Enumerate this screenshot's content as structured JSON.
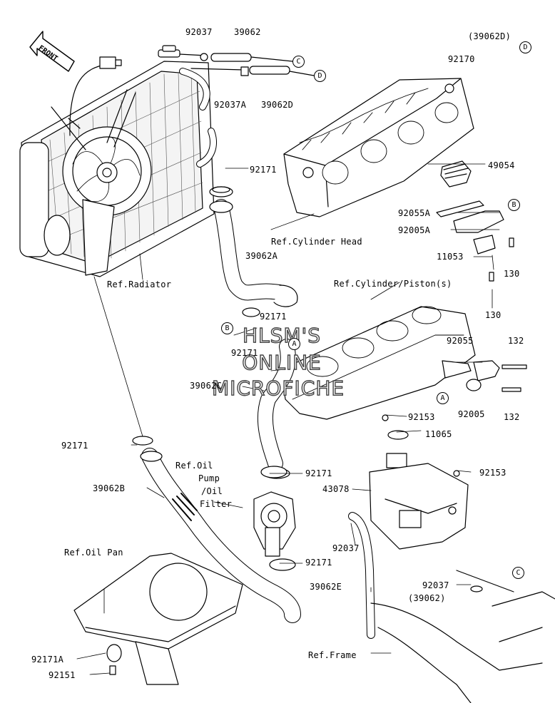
{
  "direction_indicator": "FRONT",
  "watermark": [
    "HLSM'S",
    "ONLINE",
    "MICROFICHE"
  ],
  "connector_markers": [
    "C",
    "D",
    "D",
    "B",
    "B",
    "A",
    "A",
    "C"
  ],
  "part_labels": {
    "p92037_top": "92037",
    "p39062_top": "39062",
    "p92037A": "92037A",
    "p39062D": "39062D",
    "p39062D_paren": "(39062D)",
    "p92170": "92170",
    "p92171_a": "92171",
    "p49054": "49054",
    "p92055A": "92055A",
    "p92005A": "92005A",
    "p11053": "11053",
    "p130_a": "130",
    "p130_b": "130",
    "p39062A": "39062A",
    "p92171_b": "92171",
    "p92171_c": "92171",
    "p92055": "92055",
    "p132_a": "132",
    "p132_b": "132",
    "p39062C": "39062C",
    "p92005": "92005",
    "p92153_a": "92153",
    "p11065": "11065",
    "p92153_b": "92153",
    "p43078": "43078",
    "p92171_d": "92171",
    "p92171_e": "92171",
    "p39062B": "39062B",
    "p92171_f": "92171",
    "p92037_b": "92037",
    "p92037_c": "92037",
    "p39062_paren": "(39062)",
    "p39062E": "39062E",
    "p92171A": "92171A",
    "p92151": "92151"
  },
  "reference_labels": {
    "cylinder_head": "Ref.Cylinder Head",
    "radiator": "Ref.Radiator",
    "cylinder_piston": "Ref.Cylinder/Piston(s)",
    "oil_pump_1": "Ref.Oil",
    "oil_pump_2": "Pump",
    "oil_pump_3": "/Oil",
    "oil_pump_4": "Filter",
    "oil_pan": "Ref.Oil Pan",
    "frame": "Ref.Frame"
  }
}
